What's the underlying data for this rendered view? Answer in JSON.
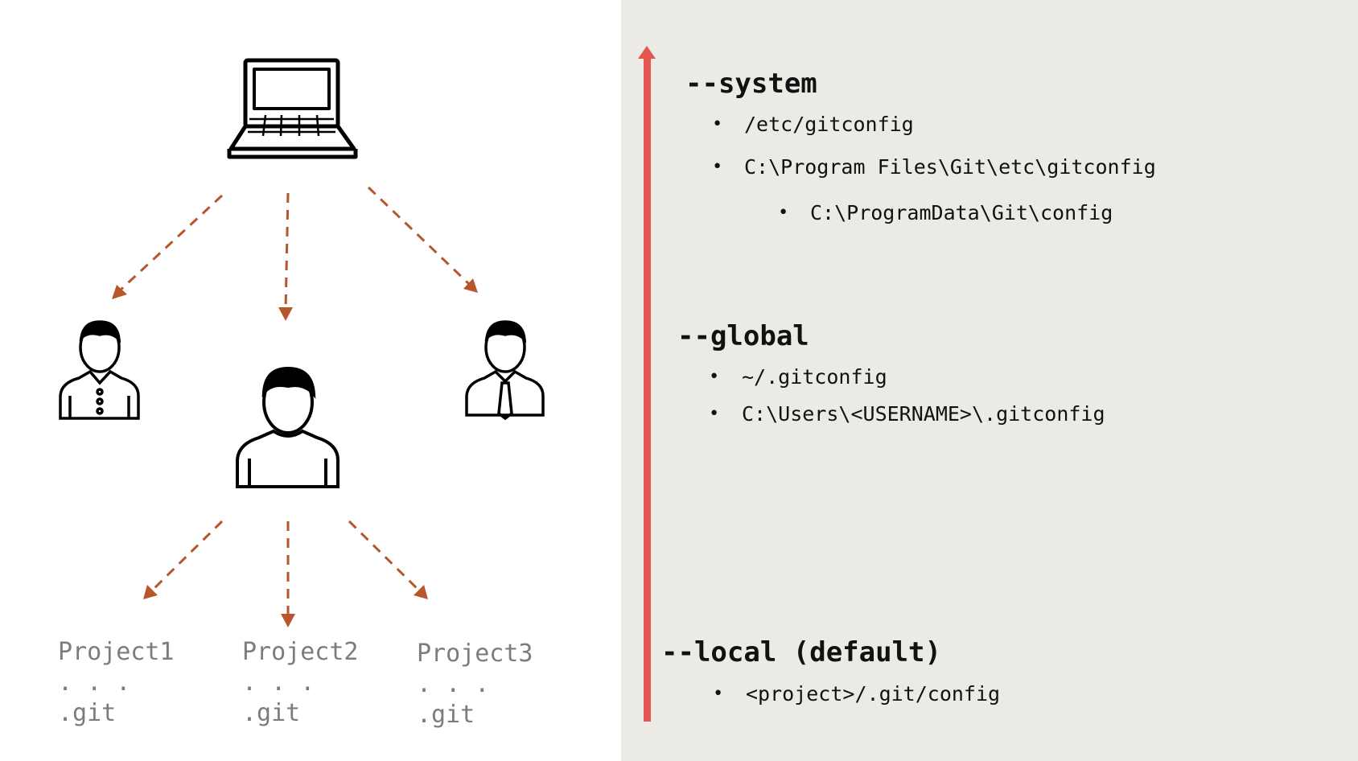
{
  "diagram": {
    "projects": [
      {
        "name": "Project1",
        "dots": ". . .",
        "git": ".git"
      },
      {
        "name": "Project2",
        "dots": ". . .",
        "git": ".git"
      },
      {
        "name": "Project3",
        "dots": ". . .",
        "git": ".git"
      }
    ],
    "arrow_color": "#b5572a",
    "icons": [
      "laptop-icon",
      "user-icon",
      "user-icon",
      "user-icon"
    ]
  },
  "scope_levels": {
    "bar_color": "#e35752",
    "system": {
      "title": "--system",
      "paths": [
        "/etc/gitconfig",
        "C:\\Program Files\\Git\\etc\\gitconfig",
        "C:\\ProgramData\\Git\\config"
      ]
    },
    "global": {
      "title": "--global",
      "paths": [
        "~/.gitconfig",
        "C:\\Users\\<USERNAME>\\.gitconfig"
      ]
    },
    "local": {
      "title": "--local (default)",
      "paths": [
        "<project>/.git/config"
      ]
    }
  }
}
